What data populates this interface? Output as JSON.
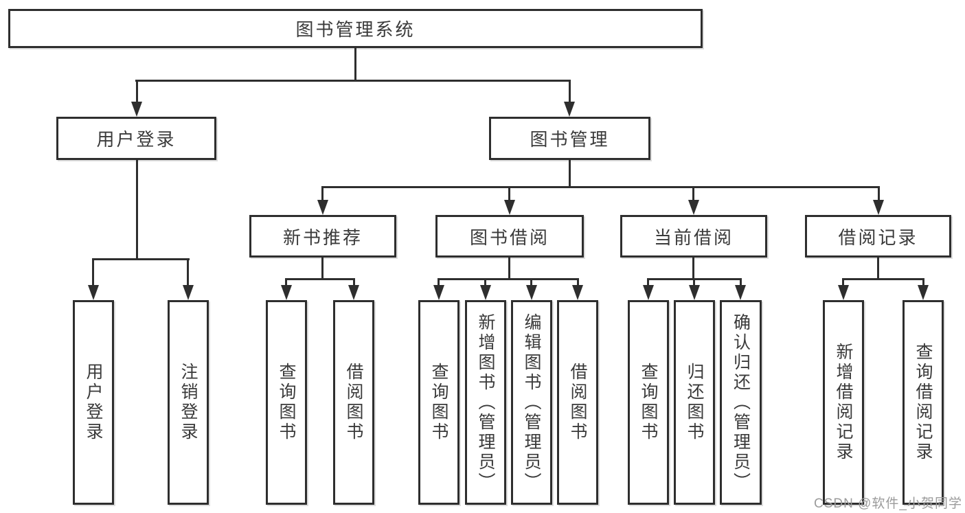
{
  "diagram": {
    "tree": {
      "label": "图书管理系统",
      "children": [
        {
          "label": "用户登录",
          "children": [
            {
              "label": "用户登录"
            },
            {
              "label": "注销登录"
            }
          ]
        },
        {
          "label": "图书管理",
          "children": [
            {
              "label": "新书推荐",
              "children": [
                {
                  "label": "查询图书"
                },
                {
                  "label": "借阅图书"
                }
              ]
            },
            {
              "label": "图书借阅",
              "children": [
                {
                  "label": "查询图书"
                },
                {
                  "label": "新增图书（管理员）"
                },
                {
                  "label": "编辑图书（管理员）"
                },
                {
                  "label": "借阅图书"
                }
              ]
            },
            {
              "label": "当前借阅",
              "children": [
                {
                  "label": "查询图书"
                },
                {
                  "label": "归还图书"
                },
                {
                  "label": "确认归还（管理员）"
                }
              ]
            },
            {
              "label": "借阅记录",
              "children": [
                {
                  "label": "新增借阅记录"
                },
                {
                  "label": "查询借阅记录"
                }
              ]
            }
          ]
        }
      ]
    },
    "colors": {
      "line": "#2e2e2e",
      "text": "#3a3a3a",
      "watermark": "#9b9b9b",
      "background": "#ffffff"
    }
  },
  "watermark": {
    "text": "CSDN @软件_小贺同学"
  }
}
